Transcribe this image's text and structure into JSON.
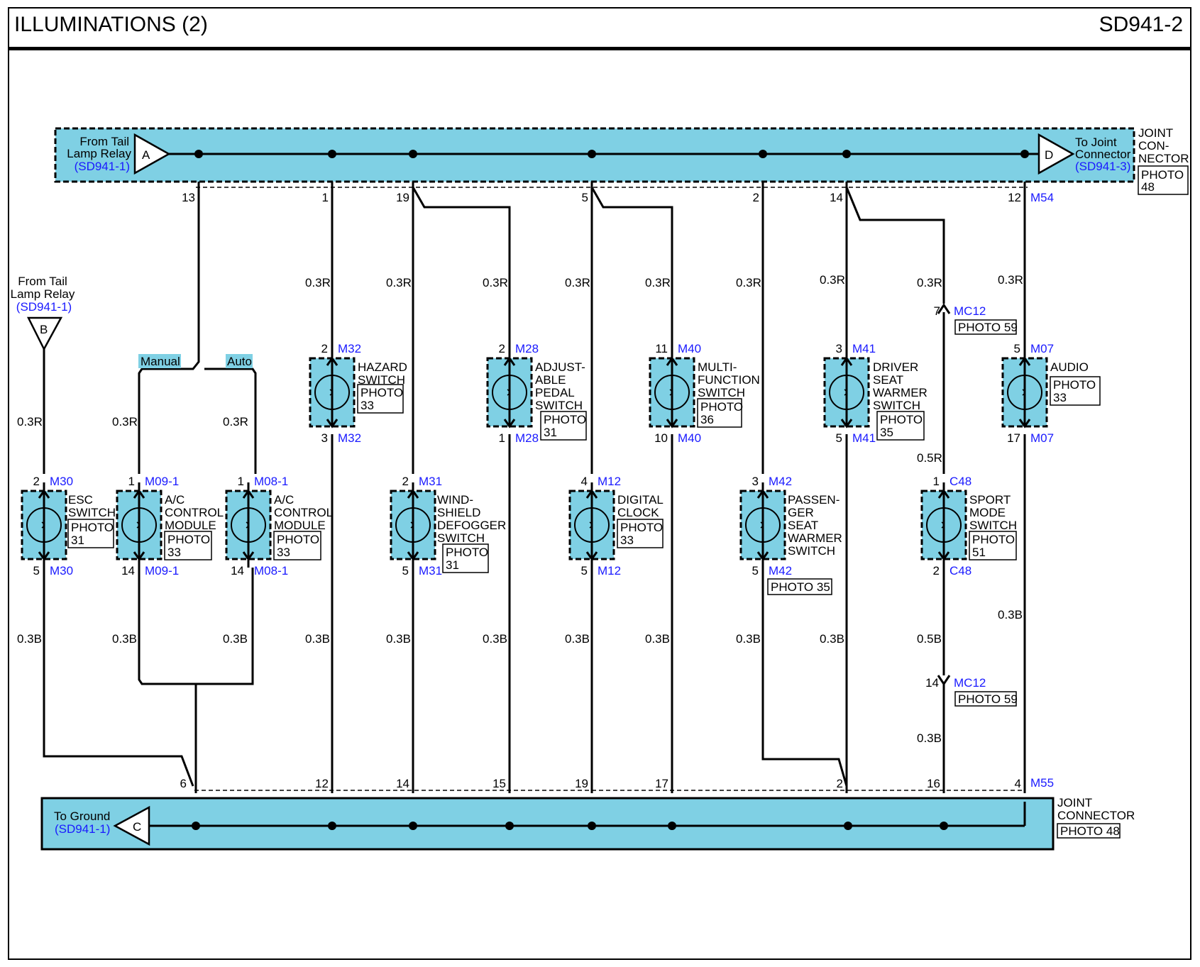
{
  "header": {
    "title": "ILLUMINATIONS (2)",
    "code": "SD941-2"
  },
  "top_connector": {
    "from_label_1": "From Tail",
    "from_label_2": "Lamp Relay",
    "from_ref": "(SD941-1)",
    "from_letter": "A",
    "to_label_1": "To Joint",
    "to_label_2": "Connector",
    "to_ref": "(SD941-3)",
    "to_letter": "D",
    "side_1": "JOINT",
    "side_2": "CON-",
    "side_3": "NECTOR",
    "photo_1": "PHOTO",
    "photo_2": "48",
    "id": "M54",
    "pins": [
      "13",
      "1",
      "19",
      "5",
      "2",
      "14",
      "12"
    ]
  },
  "bottom_connector": {
    "to_label": "To Ground",
    "to_ref": "(SD941-1)",
    "to_letter": "C",
    "side_1": "JOINT",
    "side_2": "CONNECTOR",
    "photo": "PHOTO 48",
    "id": "M55",
    "pins": [
      "6",
      "12",
      "14",
      "15",
      "19",
      "17",
      "2",
      "16",
      "4"
    ]
  },
  "left_source": {
    "label_1": "From Tail",
    "label_2": "Lamp Relay",
    "ref": "(SD941-1)",
    "letter": "B"
  },
  "branch_labels": {
    "manual": "Manual",
    "auto": "Auto"
  },
  "wires": {
    "r": "0.3R",
    "b": "0.3B",
    "r5": "0.5R",
    "b5": "0.5B"
  },
  "components": [
    {
      "key": "esc",
      "pin_top": "2",
      "conn_top": "M30",
      "pin_bot": "5",
      "conn_bot": "M30",
      "lines": [
        "ESC",
        "SWITCH"
      ],
      "photo": [
        "PHOTO",
        "31"
      ]
    },
    {
      "key": "ac-manual",
      "pin_top": "1",
      "conn_top": "M09-1",
      "pin_bot": "14",
      "conn_bot": "M09-1",
      "lines": [
        "A/C",
        "CONTROL",
        "MODULE"
      ],
      "photo": [
        "PHOTO",
        "33"
      ]
    },
    {
      "key": "ac-auto",
      "pin_top": "1",
      "conn_top": "M08-1",
      "pin_bot": "14",
      "conn_bot": "M08-1",
      "lines": [
        "A/C",
        "CONTROL",
        "MODULE"
      ],
      "photo": [
        "PHOTO",
        "33"
      ]
    },
    {
      "key": "hazard",
      "pin_top": "2",
      "conn_top": "M32",
      "pin_bot": "3",
      "conn_bot": "M32",
      "lines": [
        "HAZARD",
        "SWITCH"
      ],
      "photo": [
        "PHOTO",
        "33"
      ]
    },
    {
      "key": "windshield",
      "pin_top": "2",
      "conn_top": "M31",
      "pin_bot": "5",
      "conn_bot": "M31",
      "lines": [
        "WIND-",
        "SHIELD",
        "DEFOGGER",
        "SWITCH"
      ],
      "photo": [
        "PHOTO",
        "31"
      ]
    },
    {
      "key": "pedal",
      "pin_top": "2",
      "conn_top": "M28",
      "pin_bot": "1",
      "conn_bot": "M28",
      "lines": [
        "ADJUST-",
        "ABLE",
        "PEDAL",
        "SWITCH"
      ],
      "photo": [
        "PHOTO",
        "31"
      ]
    },
    {
      "key": "clock",
      "pin_top": "4",
      "conn_top": "M12",
      "pin_bot": "5",
      "conn_bot": "M12",
      "lines": [
        "DIGITAL",
        "CLOCK"
      ],
      "photo": [
        "PHOTO",
        "33"
      ]
    },
    {
      "key": "multi",
      "pin_top": "11",
      "conn_top": "M40",
      "pin_bot": "10",
      "conn_bot": "M40",
      "lines": [
        "MULTI-",
        "FUNCTION",
        "SWITCH"
      ],
      "photo": [
        "PHOTO",
        "36"
      ]
    },
    {
      "key": "passenger",
      "pin_top": "3",
      "conn_top": "M42",
      "pin_bot": "5",
      "conn_bot": "M42",
      "lines": [
        "PASSEN-",
        "GER",
        "SEAT",
        "WARMER",
        "SWITCH"
      ],
      "photo": [
        "PHOTO 35"
      ]
    },
    {
      "key": "driver",
      "pin_top": "3",
      "conn_top": "M41",
      "pin_bot": "5",
      "conn_bot": "M41",
      "lines": [
        "DRIVER",
        "SEAT",
        "WARMER",
        "SWITCH"
      ],
      "photo": [
        "PHOTO",
        "35"
      ]
    },
    {
      "key": "sport",
      "pin_top": "1",
      "conn_top": "C48",
      "pin_bot": "2",
      "conn_bot": "C48",
      "lines": [
        "SPORT",
        "MODE",
        "SWITCH"
      ],
      "photo": [
        "PHOTO",
        "51"
      ]
    },
    {
      "key": "audio",
      "pin_top": "5",
      "conn_top": "M07",
      "pin_bot": "17",
      "conn_bot": "M07",
      "lines": [
        "AUDIO"
      ],
      "photo": [
        "PHOTO",
        "33"
      ]
    }
  ],
  "inline_connector": {
    "id": "MC12",
    "pin_top": "7",
    "pin_bot": "14",
    "photo": "PHOTO 59"
  }
}
